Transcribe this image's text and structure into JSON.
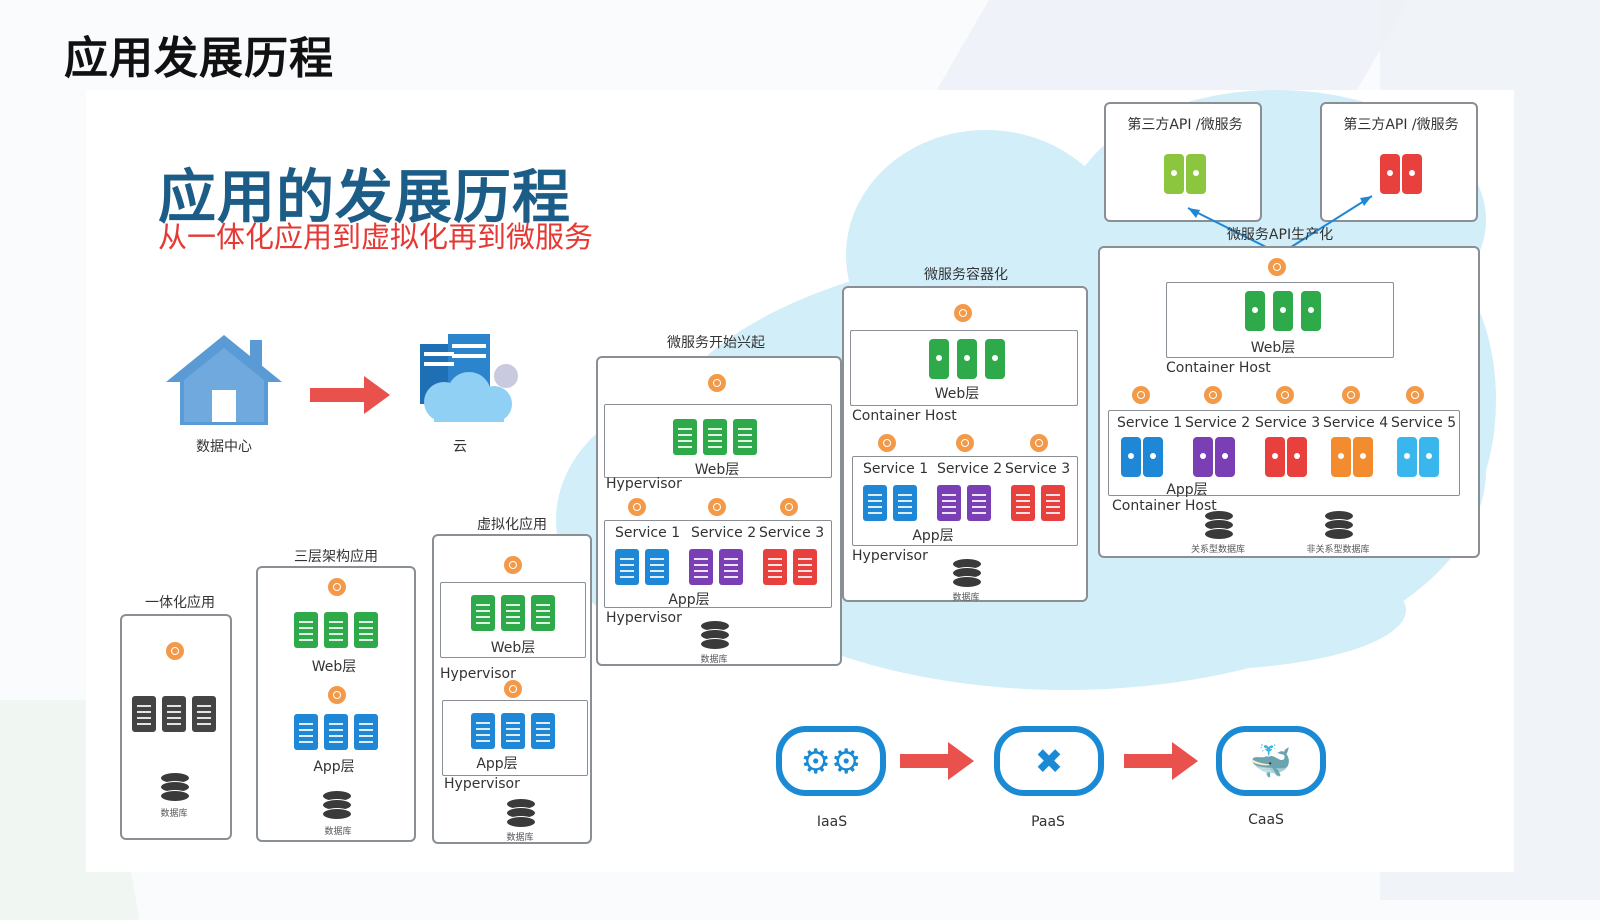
{
  "page_title": "应用发展历程",
  "diagram": {
    "title": "应用的发展历程",
    "subtitle": "从一体化应用到虚拟化再到微服务",
    "datacenter_label": "数据中心",
    "cloud_label": "云",
    "stages": {
      "monolith": {
        "title": "一体化应用",
        "db": "数据库"
      },
      "three_tier": {
        "title": "三层架构应用",
        "web": "Web层",
        "app": "App层",
        "db": "数据库"
      },
      "virtualized": {
        "title": "虚拟化应用",
        "web": "Web层",
        "hyp1": "Hypervisor",
        "app": "App层",
        "hyp2": "Hypervisor",
        "db": "数据库"
      },
      "micro_start": {
        "title": "微服务开始兴起",
        "web": "Web层",
        "hyp1": "Hypervisor",
        "s1": "Service 1",
        "s2": "Service 2",
        "s3": "Service 3",
        "app": "App层",
        "hyp2": "Hypervisor",
        "db": "数据库"
      },
      "micro_container": {
        "title": "微服务容器化",
        "web": "Web层",
        "host": "Container Host",
        "s1": "Service 1",
        "s2": "Service 2",
        "s3": "Service 3",
        "app": "App层",
        "hyp": "Hypervisor",
        "db": "数据库"
      },
      "micro_api": {
        "title": "微服务API生产化",
        "third1": "第三方API /微服务",
        "third2": "第三方API /微服务",
        "web": "Web层",
        "host1": "Container Host",
        "s1": "Service 1",
        "s2": "Service 2",
        "s3": "Service 3",
        "s4": "Service 4",
        "s5": "Service 5",
        "app": "App层",
        "host2": "Container Host",
        "db1": "关系型数据库",
        "db2": "非关系型数据库"
      }
    },
    "evolution": {
      "iaas": "IaaS",
      "paas": "PaaS",
      "caas": "CaaS"
    },
    "colors": {
      "green": "#2eaa4a",
      "blue": "#1e88d6",
      "purple": "#7b3fb5",
      "red": "#e8413d",
      "orange": "#f28c2f",
      "lightblue": "#39b6ec",
      "lime": "#8cc63f",
      "dark": "#444444",
      "accent_red": "#e53935",
      "title_blue": "#1c5d87"
    }
  }
}
